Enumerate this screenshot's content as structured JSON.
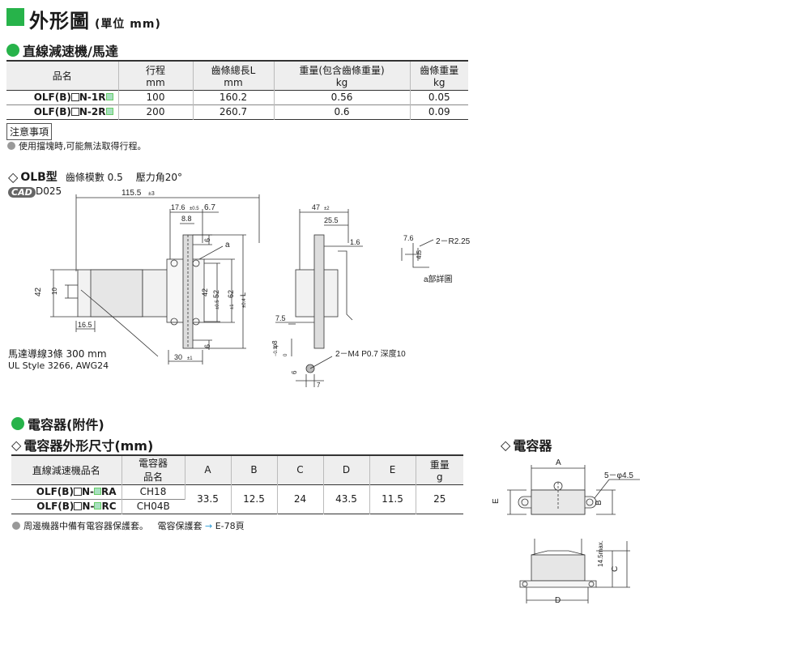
{
  "header": {
    "title": "外形圖",
    "unit": "(單位 mm)"
  },
  "section1": {
    "title": "直線減速機/馬達",
    "table": {
      "headers": [
        {
          "l1": "品名",
          "l2": ""
        },
        {
          "l1": "行程",
          "l2": "mm"
        },
        {
          "l1": "齒條總長L",
          "l2": "mm"
        },
        {
          "l1": "重量(包含齒條重量)",
          "l2": "kg"
        },
        {
          "l1": "齒條重量",
          "l2": "kg"
        }
      ],
      "rows": [
        {
          "pn_a": "OLF(B)",
          "pn_b": "N-1R",
          "stroke": "100",
          "length": "160.2",
          "weight": "0.56",
          "rack": "0.05"
        },
        {
          "pn_a": "OLF(B)",
          "pn_b": "N-2R",
          "stroke": "200",
          "length": "260.7",
          "weight": "0.6",
          "rack": "0.09"
        }
      ]
    },
    "note_label": "注意事項",
    "note_text": "使用擋塊時,可能無法取得行程。"
  },
  "drawing1": {
    "type_label": "OLB型",
    "module": "齒條模數 0.5",
    "pressure": "壓力角20°",
    "cad_badge": "CAD",
    "cad_code": "D025",
    "dims": {
      "d115": "115.5",
      "d115_tol": "±3",
      "d17": "17.6",
      "d17_tol": "±0.5",
      "d67": "6.7",
      "d88": "8.8",
      "d6a": "6",
      "label_a": "a",
      "d42": "42",
      "d10": "10",
      "d165": "16.5",
      "d42b": "42",
      "d52": "52",
      "d52_tol": "±0.5",
      "d62": "62",
      "d62_tol": "±1",
      "dL": "L",
      "dL_tol": "±0.4",
      "d6b": "6",
      "d30": "30",
      "d30_tol": "±1",
      "d47": "47",
      "d47_tol": "±2",
      "d255": "25.5",
      "d16": "1.6",
      "d75": "7.5",
      "d8": "φ8",
      "d8_tol": "−0.3",
      "d8_tol0": "0",
      "d6c": "6",
      "d7": "7",
      "m4": "2－M4 P0.7 深度10",
      "d76": "7.6",
      "r225": "2－R2.25",
      "d45": "4.5",
      "detail_a": "a部詳圖"
    },
    "wire1": "馬達導線3條 300 mm",
    "wire2": "UL Style 3266, AWG24"
  },
  "section2": {
    "title": "電容器(附件)",
    "subtitle": "電容器外形尺寸(mm)",
    "table": {
      "headers": [
        "直線減速機品名",
        "電容器\n品名",
        "A",
        "B",
        "C",
        "D",
        "E",
        "重量\ng"
      ],
      "h_model": "直線減速機品名",
      "h_cap1": "電容器",
      "h_cap2": "品名",
      "h_w1": "重量",
      "h_w2": "g",
      "rows": [
        {
          "pn_a": "OLF(B)",
          "pn_b": "N-",
          "pn_c": "RA",
          "cap": "CH18"
        },
        {
          "pn_a": "OLF(B)",
          "pn_b": "N-",
          "pn_c": "RC",
          "cap": "CH04B"
        }
      ],
      "A": "33.5",
      "B": "12.5",
      "C": "24",
      "D": "43.5",
      "E": "11.5",
      "W": "25"
    },
    "note_text": "周邊機器中備有電容器保護套。",
    "note_ref": "電容保護套",
    "note_arrow": "→",
    "note_page": "E-78頁"
  },
  "drawing2": {
    "title": "電容器",
    "dim_A": "A",
    "dim_B": "B",
    "dim_C": "C",
    "dim_D": "D",
    "dim_E": "E",
    "holes": "5－φ4.5",
    "max": "14.5max."
  }
}
